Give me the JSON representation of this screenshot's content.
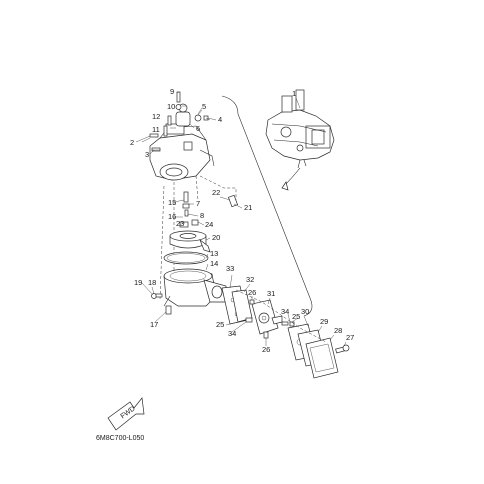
{
  "diagram": {
    "callouts": [
      "1",
      "2",
      "3",
      "4",
      "5",
      "6",
      "7",
      "8",
      "9",
      "10",
      "11",
      "12",
      "13",
      "14",
      "15",
      "16",
      "17",
      "18",
      "19",
      "20",
      "21",
      "22",
      "23",
      "24",
      "25",
      "25",
      "26",
      "26",
      "27",
      "28",
      "29",
      "30",
      "31",
      "32",
      "33",
      "34",
      "34"
    ],
    "drawing_code": "6M8C700-L050",
    "fwd_label": "FWD"
  }
}
